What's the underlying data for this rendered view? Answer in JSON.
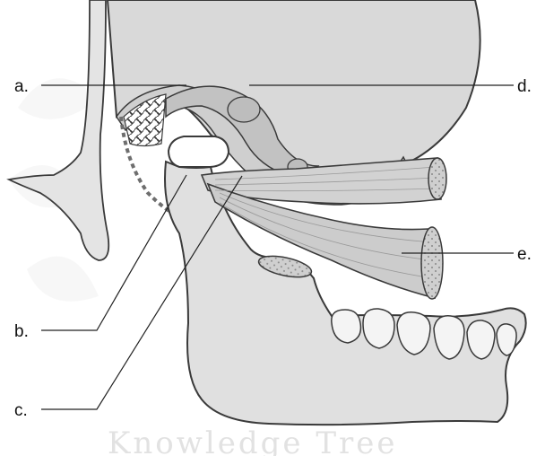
{
  "labels": {
    "a": "a.",
    "b": "b.",
    "c": "c.",
    "d": "d.",
    "e": "e."
  },
  "watermark": "Knowledge Tree",
  "colors": {
    "tissue": "#d6d6d6",
    "tissue_light": "#e6e6e6",
    "bone": "#dcdcdc",
    "outline": "#3a3a3a",
    "muscle": "#d0d0d0",
    "leader": "#222222",
    "text": "#111111"
  }
}
